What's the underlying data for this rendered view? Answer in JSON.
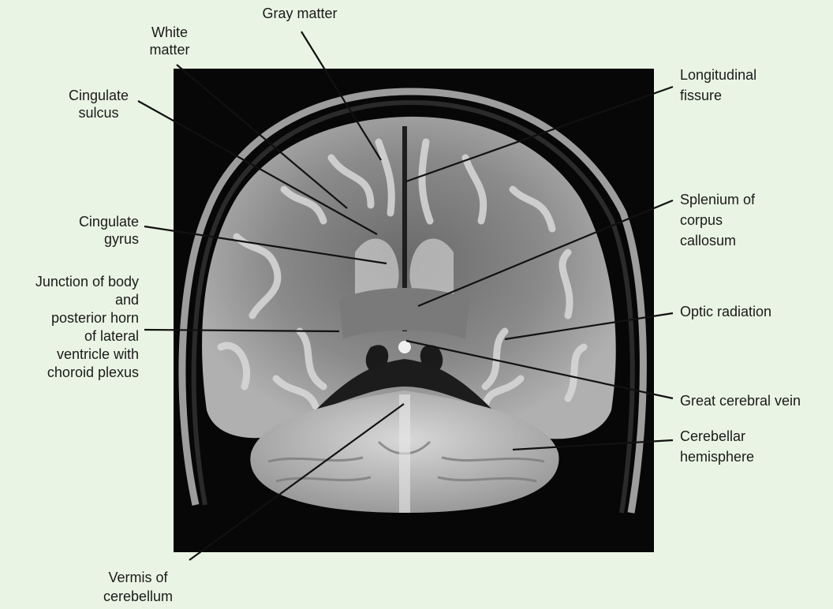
{
  "figure": {
    "background_color": "#eaf4e4",
    "image_description_icon": "coronal-mri-brain-image"
  },
  "labels": {
    "gray_matter": [
      "Gray matter"
    ],
    "white_matter": [
      "White",
      "matter"
    ],
    "cingulate_sulcus": [
      "Cingulate",
      "sulcus"
    ],
    "cingulate_gyrus": [
      "Cingulate",
      "gyrus"
    ],
    "junction": [
      "Junction of body",
      "and",
      "posterior horn",
      "of lateral",
      "ventricle with",
      "choroid plexus"
    ],
    "vermis": [
      "Vermis of",
      "cerebellum"
    ],
    "longitudinal_fissure": [
      "Longitudinal",
      "fissure"
    ],
    "splenium": [
      "Splenium of",
      "corpus",
      "callosum"
    ],
    "optic_radiation": [
      "Optic radiation"
    ],
    "great_cerebral_vein": [
      "Great cerebral vein"
    ],
    "cerebellar_hemisphere": [
      "Cerebellar",
      "hemisphere"
    ]
  }
}
